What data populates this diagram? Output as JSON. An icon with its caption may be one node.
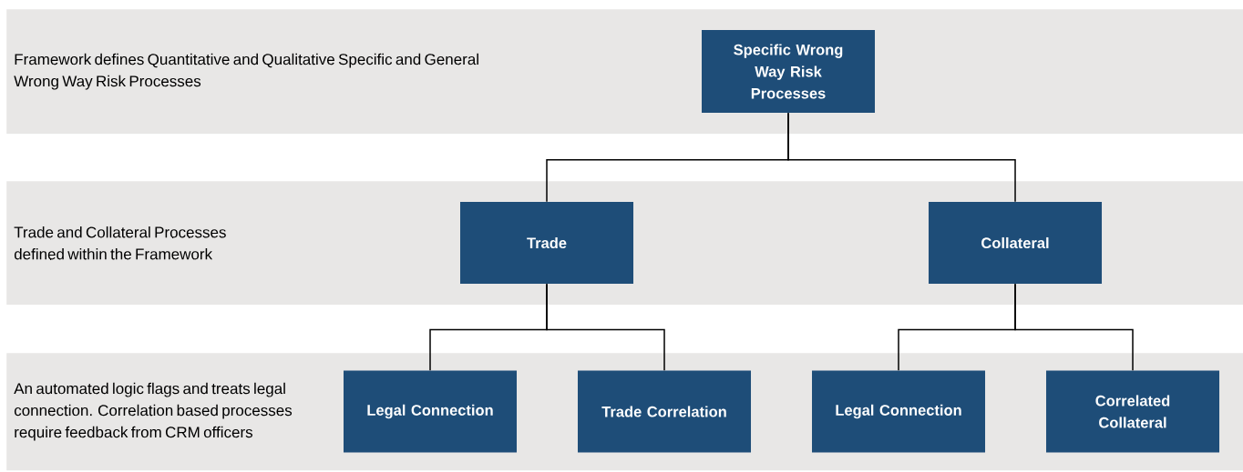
{
  "diagram": {
    "nodes": [
      {
        "text": [
          "Framework defines Quantitative and Qualitative Specific and General Wrong Way Risk Processes"
        ]
      },
      {
        "text": [
          "Specific Wrong Way Risk Processes"
        ],
        "in": 0
      },
      {
        "text": [
          "Trade and Collateral Processes defined within the Framework"
        ]
      },
      {
        "text": [
          "Trade"
        ],
        "in": 2
      },
      {
        "text": [
          "Collateral"
        ],
        "in": 2
      },
      {
        "text": [
          "An automated logic flags and treats legal connection. Correlation based processes require feedback from CRM officers"
        ]
      },
      {
        "text": [
          "Legal Connection"
        ],
        "in": 5
      },
      {
        "text": [
          "Trade Correlation"
        ],
        "in": 5
      },
      {
        "text": [
          "Legal Connection"
        ],
        "in": 5
      },
      {
        "text": [
          "Correlated Collateral"
        ],
        "in": 5
      }
    ],
    "edges": [
      {
        "from": 1,
        "to": 3,
        "arrow": "none"
      },
      {
        "from": 1,
        "to": 4,
        "arrow": "none"
      },
      {
        "from": 3,
        "to": 6,
        "arrow": "none"
      },
      {
        "from": 3,
        "to": 7,
        "arrow": "none"
      },
      {
        "from": 4,
        "to": 8,
        "arrow": "none"
      },
      {
        "from": 4,
        "to": 9,
        "arrow": "none"
      }
    ]
  }
}
